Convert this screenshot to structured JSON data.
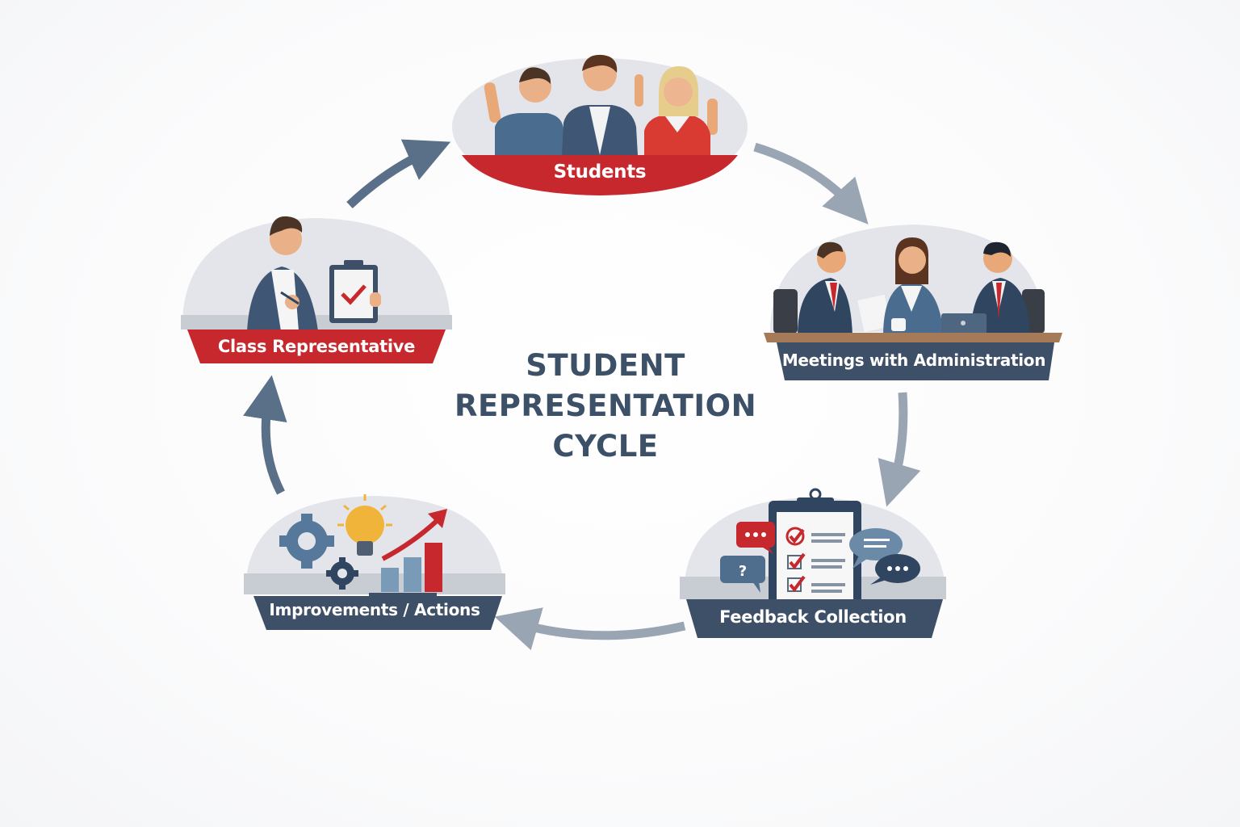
{
  "title": {
    "line1": "STUDENT",
    "line2": "REPRESENTATION",
    "line3": "CYCLE"
  },
  "nodes": [
    {
      "id": "students",
      "label": "Students",
      "banner_color": "#c7282d",
      "illustration": "three-students-raising-hands"
    },
    {
      "id": "meetings",
      "label": "Meetings with Administration",
      "banner_color": "#3e5068",
      "illustration": "meeting-at-table"
    },
    {
      "id": "feedback",
      "label": "Feedback Collection",
      "banner_color": "#3e5068",
      "illustration": "clipboard-checklist-speech-bubbles"
    },
    {
      "id": "improvements",
      "label": "Improvements / Actions",
      "banner_color": "#3e5068",
      "illustration": "gears-lightbulb-growth-chart"
    },
    {
      "id": "class_rep",
      "label": "Class Representative",
      "banner_color": "#c7282d",
      "illustration": "representative-with-clipboard"
    }
  ],
  "flow": [
    "Students",
    "Meetings with Administration",
    "Feedback Collection",
    "Improvements / Actions",
    "Class Representative",
    "Students"
  ],
  "colors": {
    "accent_red": "#c7282d",
    "navy": "#3e5068",
    "title": "#3c5068",
    "oval_bg": "#e3e5ea",
    "arrow_dark": "#5a7089",
    "arrow_light": "#9aa5b3"
  }
}
